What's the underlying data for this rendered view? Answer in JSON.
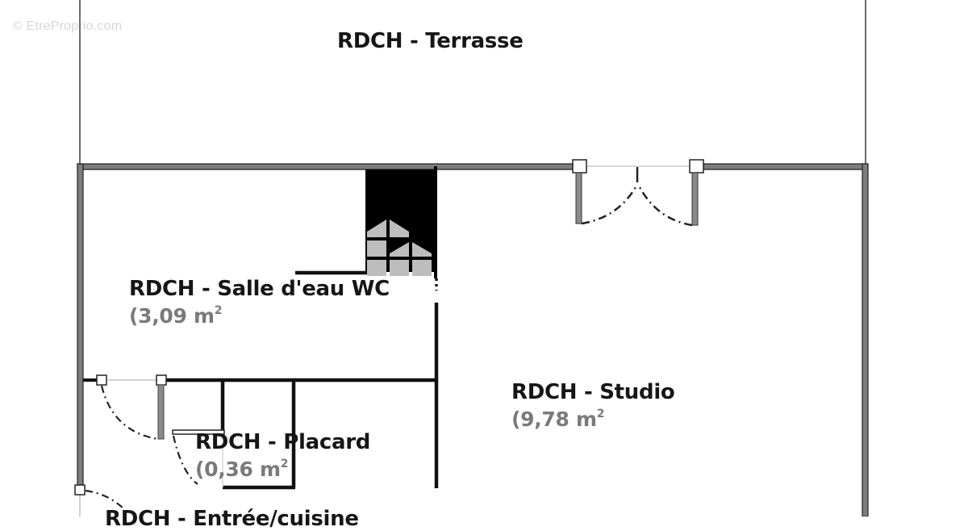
{
  "watermark": "© EtreProprio.com",
  "plan": {
    "colors": {
      "wall": "#222222",
      "wall_fill": "#7d7d7d",
      "text": "#161616",
      "area_text": "#7a7a7a",
      "stairs_fill": "#000000",
      "logo_fill": "#bdbdbd"
    },
    "rooms": [
      {
        "id": "terrasse",
        "name": "RDCH  - Terrasse",
        "area": ""
      },
      {
        "id": "salle-eau",
        "name": "RDCH  - Salle d'eau WC",
        "area": "(3,09 m",
        "area_sup": "2"
      },
      {
        "id": "studio",
        "name": "RDCH  - Studio",
        "area": "(9,78 m",
        "area_sup": "2"
      },
      {
        "id": "placard",
        "name": "RDCH  - Placard",
        "area": "(0,36 m",
        "area_sup": "2"
      },
      {
        "id": "entree",
        "name": "RDCH  - Entrée/cuisine",
        "area": ""
      }
    ]
  }
}
